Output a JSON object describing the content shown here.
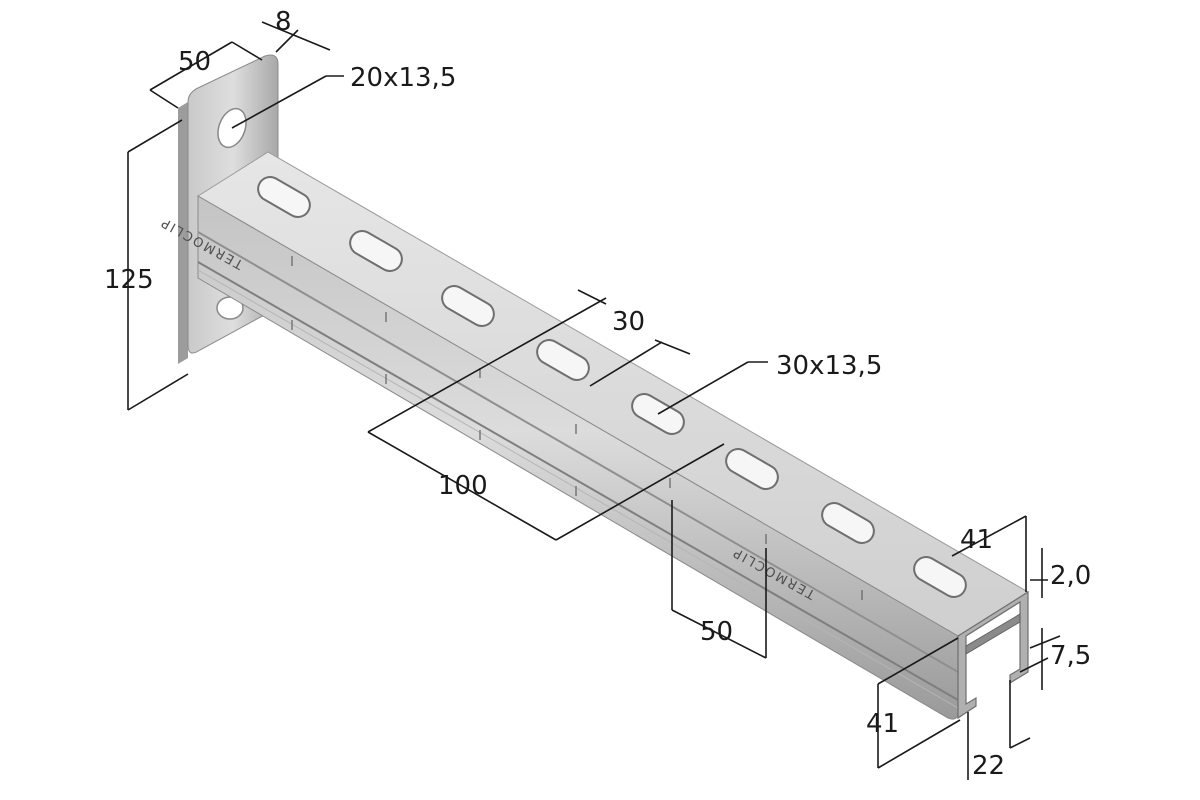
{
  "brand_text": "TERMOCLIP",
  "dimensions": {
    "plate_width": "50",
    "plate_thickness": "8",
    "plate_slot": "20x13,5",
    "plate_height": "125",
    "slot_pitch": "30",
    "slot_size": "30x13,5",
    "length_step": "100",
    "mark_step": "50",
    "profile_width": "41",
    "wall_thickness": "2,0",
    "lip_height": "7,5",
    "profile_height": "41",
    "opening": "22"
  },
  "colors": {
    "background": "#ffffff",
    "steel_light": "#dcdcdc",
    "steel_mid": "#b9b9b9",
    "steel_dark": "#8d8d8d",
    "line": "#1a1a1a"
  }
}
